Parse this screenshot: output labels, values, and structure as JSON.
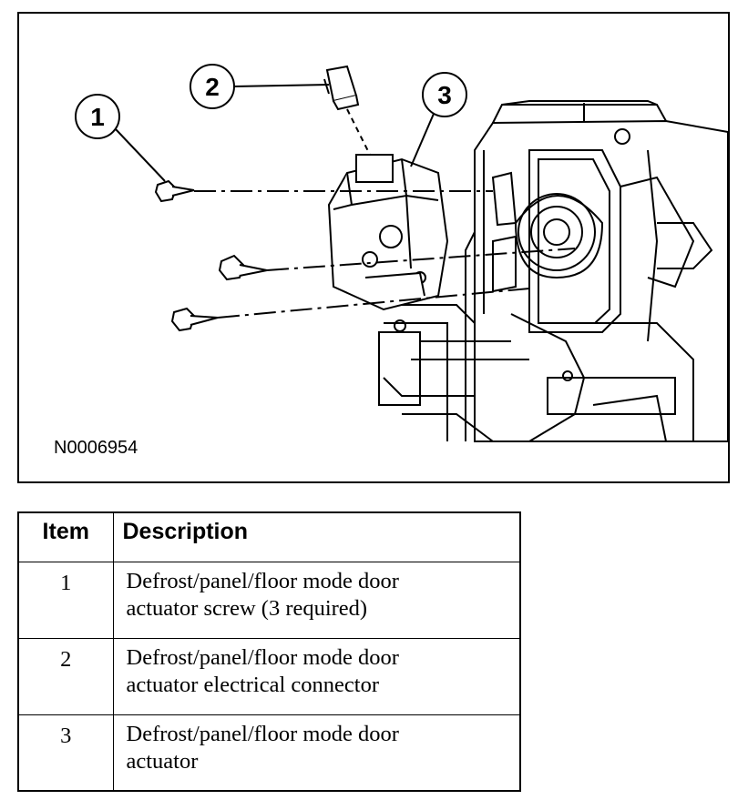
{
  "figure": {
    "id": "N0006954",
    "callouts": [
      "1",
      "2",
      "3"
    ]
  },
  "table": {
    "headers": {
      "item": "Item",
      "description": "Description"
    },
    "rows": [
      {
        "item": "1",
        "line1": "Defrost/panel/floor mode door",
        "line2": "actuator screw (3 required)"
      },
      {
        "item": "2",
        "line1": "Defrost/panel/floor mode door",
        "line2": "actuator electrical connector"
      },
      {
        "item": "3",
        "line1": "Defrost/panel/floor mode door",
        "line2": "actuator"
      }
    ]
  }
}
